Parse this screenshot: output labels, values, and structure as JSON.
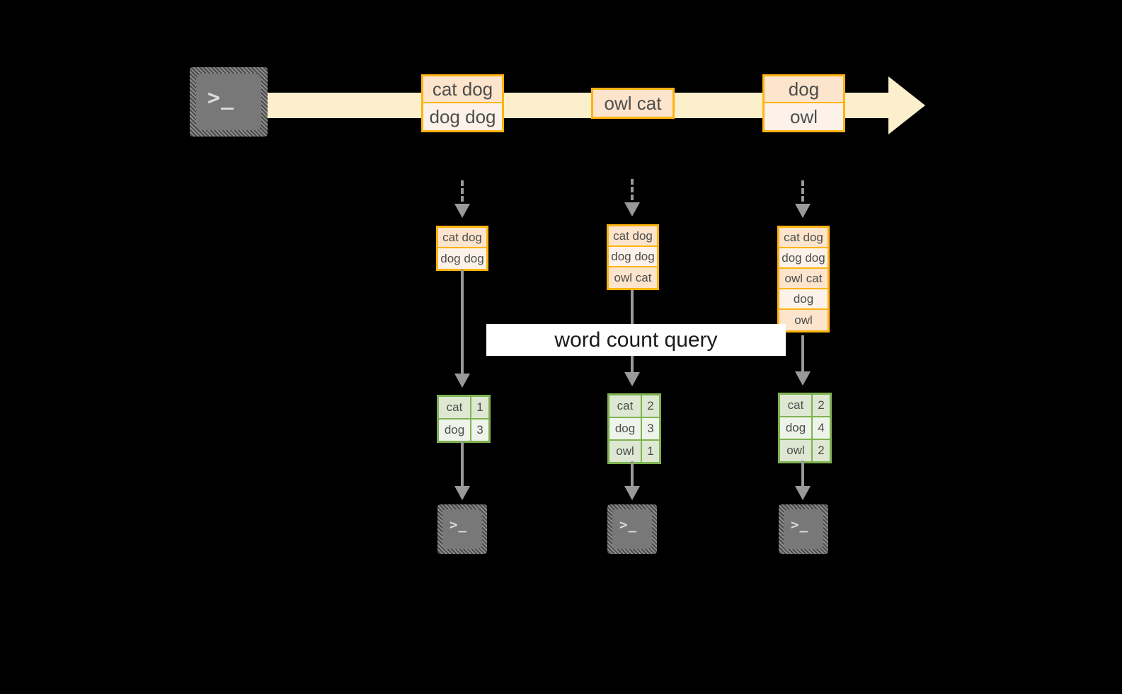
{
  "diagram": {
    "title_label": "word count query",
    "colors": {
      "background": "#000000",
      "stream_fill": "#fcefcb",
      "record_border": "#ffb310",
      "record_fill": "#fce5cc",
      "record_fill_alt": "#fdf2e9",
      "result_border": "#7eb252",
      "result_fill": "#dde7d2",
      "result_fill_alt": "#eff4ea",
      "connector": "#999999",
      "terminal_body": "#787878",
      "label_band": "#ffffff"
    },
    "source": {
      "icon": "terminal-icon",
      "prompt": ">_"
    },
    "stream": {
      "icon": "right-arrow-icon",
      "records": [
        {
          "lines": [
            "cat dog",
            "dog dog"
          ]
        },
        {
          "lines": [
            "owl cat"
          ]
        },
        {
          "lines": [
            "dog",
            "owl"
          ]
        }
      ]
    },
    "snapshots": [
      {
        "name": "snapshot-1",
        "rows": [
          "cat dog",
          "dog dog"
        ],
        "results": {
          "rows": [
            {
              "word": "cat",
              "count": "1"
            },
            {
              "word": "dog",
              "count": "3"
            }
          ]
        },
        "sink": {
          "icon": "terminal-icon",
          "prompt": ">_"
        }
      },
      {
        "name": "snapshot-2",
        "rows": [
          "cat dog",
          "dog dog",
          "owl cat"
        ],
        "results": {
          "rows": [
            {
              "word": "cat",
              "count": "2"
            },
            {
              "word": "dog",
              "count": "3"
            },
            {
              "word": "owl",
              "count": "1"
            }
          ]
        },
        "sink": {
          "icon": "terminal-icon",
          "prompt": ">_"
        }
      },
      {
        "name": "snapshot-3",
        "rows": [
          "cat dog",
          "dog dog",
          "owl cat",
          "dog",
          "owl"
        ],
        "results": {
          "rows": [
            {
              "word": "cat",
              "count": "2"
            },
            {
              "word": "dog",
              "count": "4"
            },
            {
              "word": "owl",
              "count": "2"
            }
          ]
        },
        "sink": {
          "icon": "terminal-icon",
          "prompt": ">_"
        }
      }
    ]
  }
}
